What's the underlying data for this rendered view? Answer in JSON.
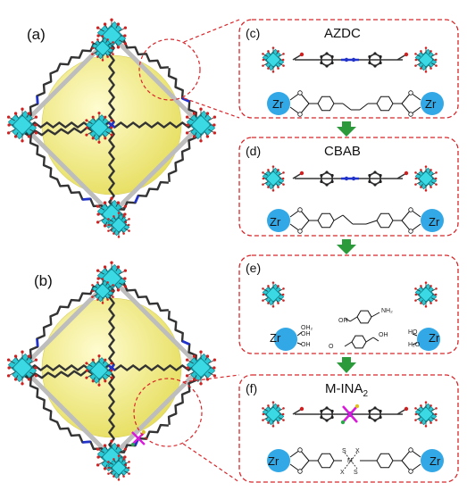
{
  "panels": {
    "a": "(a)",
    "b": "(b)",
    "c": {
      "letter": "(c)",
      "title": "AZDC"
    },
    "d": {
      "letter": "(d)",
      "title": "CBAB"
    },
    "e": {
      "letter": "(e)",
      "groups": [
        "NH₂",
        "OH",
        "O",
        "OH",
        "OH",
        "OH",
        "OH₂",
        "HO",
        "H₂O"
      ]
    },
    "f": {
      "letter": "(f)",
      "title_main": "M-INA",
      "title_sub": "2",
      "ligand_letters": [
        "S",
        "X",
        "M",
        "X",
        "S"
      ]
    }
  },
  "metal_label": "Zr",
  "colors": {
    "frame": "#d9262a",
    "arrow": "#2a9a3a",
    "cluster": "#1fc7d3",
    "oxygen": "#d02020",
    "linker": "#333333",
    "azo": "#2233cc",
    "pore": "#f3ee8a",
    "zr_node": "#33a8e6",
    "metal_center": "#d81ad8",
    "sulfur": "#e0c020"
  }
}
